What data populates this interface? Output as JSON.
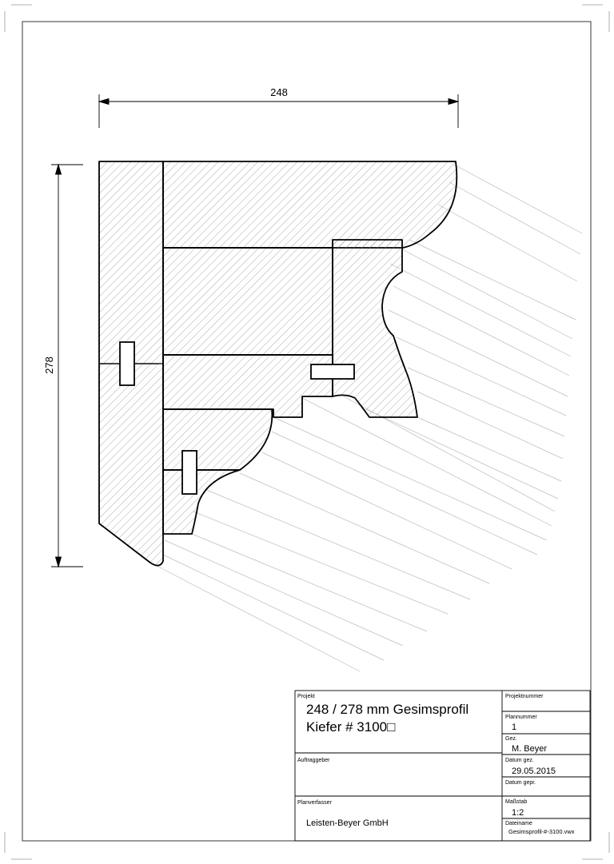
{
  "dimensions": {
    "width_label": "248",
    "height_label": "278"
  },
  "title_block": {
    "project_label": "Projekt",
    "project_line1": "248 / 278 mm Gesimsprofil",
    "project_line2": "Kiefer # 3100□",
    "project_number_label": "Projektnummer",
    "plan_number_label": "Plannummer",
    "plan_number": "1",
    "drawn_by_label": "Gez.",
    "drawn_by": "M. Beyer",
    "date_drawn_label": "Datum gez.",
    "date_drawn": "29.05.2015",
    "date_checked_label": "Datum gepr.",
    "client_label": "Auftraggeber",
    "planner_label": "Planverfasser",
    "planner": "Leisten-Beyer GmbH",
    "scale_label": "Maßstab",
    "scale": "1:2",
    "filename_label": "Dateiname",
    "filename": "Gesimsprofil-#-3100.vwx"
  }
}
